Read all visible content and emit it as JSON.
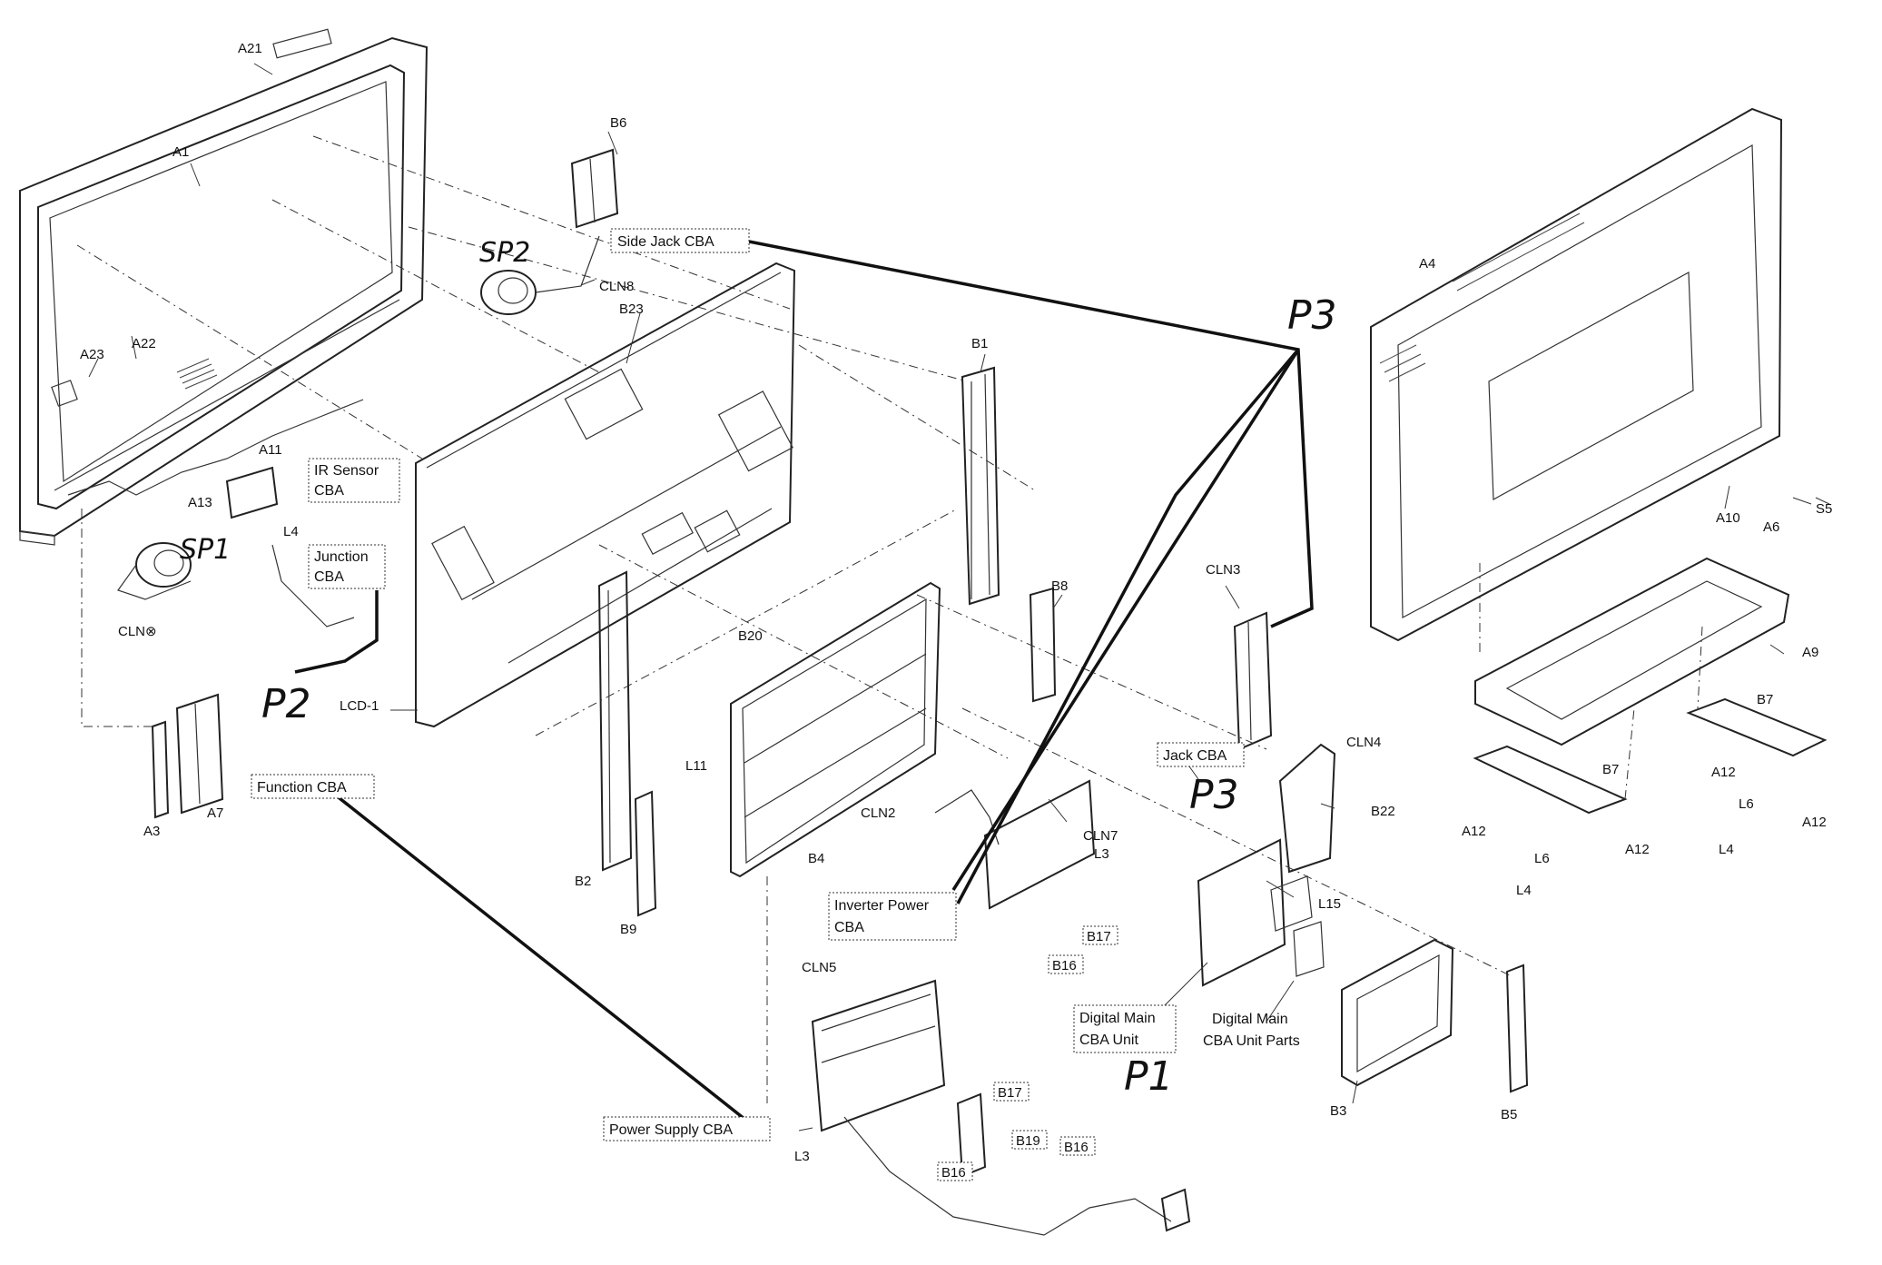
{
  "labels": {
    "a21": "A21",
    "a1": "A1",
    "a22": "A22",
    "a23": "A23",
    "a11": "A11",
    "a13": "A13",
    "a3": "A3",
    "a7": "A7",
    "a4": "A4",
    "a10": "A10",
    "a6": "A6",
    "s5": "S5",
    "a9": "A9",
    "b6": "B6",
    "b23": "B23",
    "b1": "B1",
    "b8": "B8",
    "b20": "B20",
    "b2": "B2",
    "b9": "B9",
    "b4": "B4",
    "b22": "B22",
    "b3": "B3",
    "b5": "B5",
    "b7a": "B7",
    "b7b": "B7",
    "cln8": "CLN8",
    "cln9": "CLN⊗",
    "cln3": "CLN3",
    "cln4": "CLN4",
    "cln2": "CLN2",
    "cln7": "CLN7",
    "cln5": "CLN5",
    "l4a": "L4",
    "l11": "L11",
    "l3a": "L3",
    "l15": "L15",
    "l3b": "L3",
    "l4b": "L4",
    "l4c": "L4",
    "l6a": "L6",
    "l6b": "L6",
    "a12a": "A12",
    "a12b": "A12",
    "a12c": "A12",
    "a12d": "A12",
    "lcd1": "LCD-1",
    "b16a": "B16",
    "b17a": "B17",
    "b17b": "B17",
    "b19": "B19",
    "b16b": "B16",
    "b16c": "B16"
  },
  "boxes": {
    "side_jack": "Side Jack CBA",
    "ir_sensor_1": "IR Sensor",
    "ir_sensor_2": "CBA",
    "junction_1": "Junction",
    "junction_2": "CBA",
    "function": "Function CBA",
    "jack": "Jack CBA",
    "inverter_1": "Inverter Power",
    "inverter_2": "CBA",
    "digital_unit_1": "Digital Main",
    "digital_unit_2": "CBA Unit",
    "digital_parts_1": "Digital Main",
    "digital_parts_2": "CBA Unit Parts",
    "power_supply": "Power Supply CBA"
  },
  "handwritten": {
    "sp1": "SP1",
    "sp2": "SP2",
    "p1": "P1",
    "p2": "P2",
    "p3a": "P3",
    "p3b": "P3"
  }
}
